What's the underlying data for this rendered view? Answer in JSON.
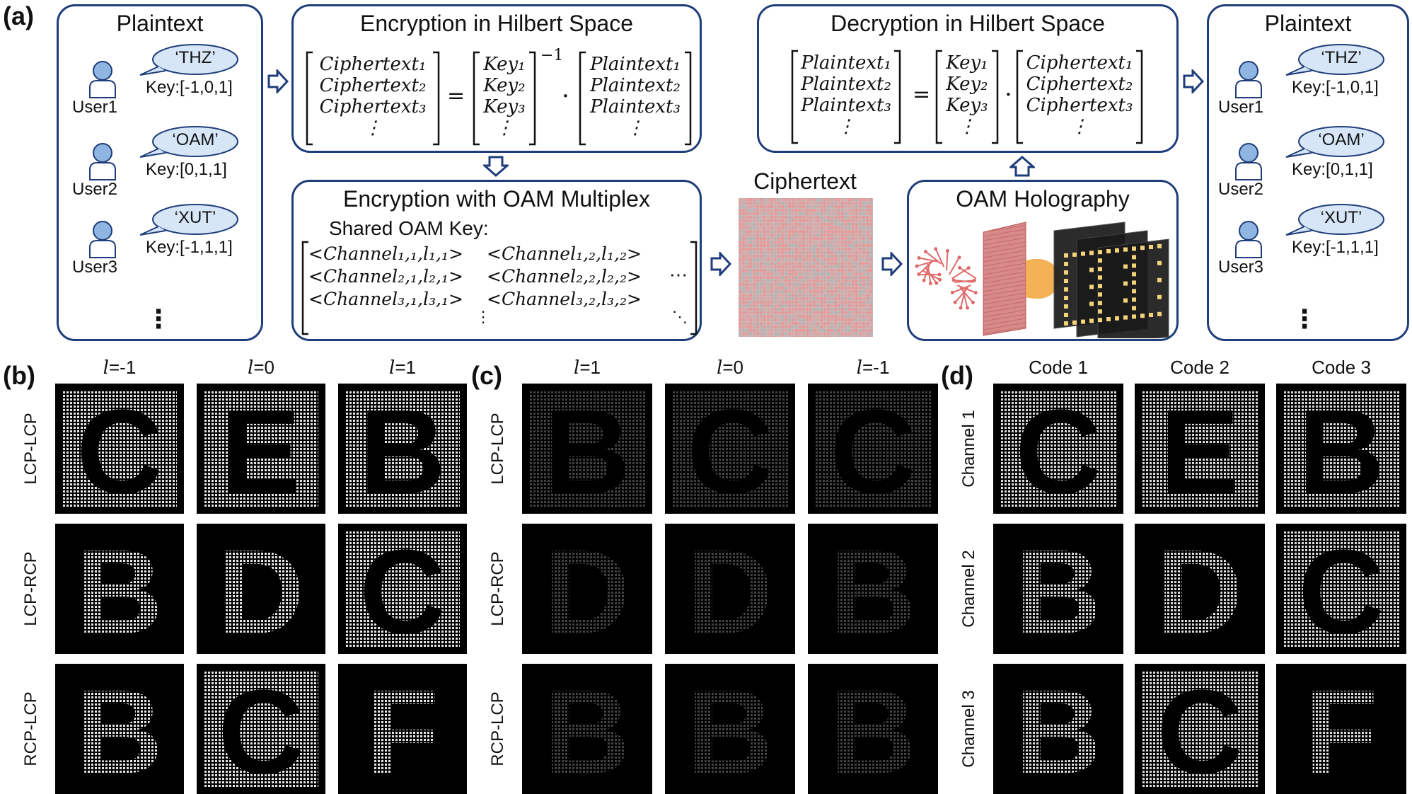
{
  "panels": {
    "a": "(a)",
    "b": "(b)",
    "c": "(c)",
    "d": "(d)"
  },
  "left_box": {
    "title": "Plaintext",
    "users": [
      {
        "name": "User1",
        "message": "‘THZ’",
        "key": "Key:[-1,0,1]"
      },
      {
        "name": "User2",
        "message": "‘OAM’",
        "key": "Key:[0,1,1]"
      },
      {
        "name": "User3",
        "message": "‘XUT’",
        "key": "Key:[-1,1,1]"
      }
    ],
    "ellipsis": "⋮"
  },
  "right_box": {
    "title": "Plaintext",
    "users": [
      {
        "name": "User1",
        "message": "‘THZ’",
        "key": "Key:[-1,0,1]"
      },
      {
        "name": "User2",
        "message": "‘OAM’",
        "key": "Key:[0,1,1]"
      },
      {
        "name": "User3",
        "message": "‘XUT’",
        "key": "Key:[-1,1,1]"
      }
    ],
    "ellipsis": "⋮"
  },
  "enc_hilbert": {
    "title": "Encryption in Hilbert Space",
    "lhs": [
      "Ciphertext₁",
      "Ciphertext₂",
      "Ciphertext₃",
      "⋮"
    ],
    "mid": [
      "Key₁",
      "Key₂",
      "Key₃",
      "⋮"
    ],
    "rhs": [
      "Plaintext₁",
      "Plaintext₂",
      "Plaintext₃",
      "⋮"
    ],
    "eq": "=",
    "dot": "·",
    "inverse": "−1"
  },
  "dec_hilbert": {
    "title": "Decryption in Hilbert Space",
    "lhs": [
      "Plaintext₁",
      "Plaintext₂",
      "Plaintext₃",
      "⋮"
    ],
    "mid": [
      "Key₁",
      "Key₂",
      "Key₃",
      "⋮"
    ],
    "rhs": [
      "Ciphertext₁",
      "Ciphertext₂",
      "Ciphertext₃",
      "⋮"
    ],
    "eq": "=",
    "dot": "·"
  },
  "enc_oam": {
    "title": "Encryption with OAM Multiplex",
    "subtitle": "Shared OAM Key:",
    "rows": [
      [
        "<Channel₁,₁,l₁,₁>",
        "<Channel₁,₂,l₁,₂>"
      ],
      [
        "<Channel₂,₁,l₂,₁>",
        "<Channel₂,₂,l₂,₂>"
      ],
      [
        "<Channel₃,₁,l₃,₁>",
        "<Channel₃,₂,l₃,₂>"
      ]
    ],
    "hellip": "⋯",
    "vdots": "⋮",
    "ddots": "⋱"
  },
  "ciphertext": {
    "title": "Ciphertext"
  },
  "holography": {
    "title": "OAM Holography"
  },
  "grid_b": {
    "cols": [
      "l=-1",
      "l=0",
      "l=1"
    ],
    "col_l": [
      "l",
      "l",
      "l"
    ],
    "col_v": [
      "=-1",
      "=0",
      "=1"
    ],
    "rows": [
      "LCP-LCP",
      "LCP-RCP",
      "RCP-LCP"
    ],
    "letters": [
      [
        "C",
        "E",
        "B"
      ],
      [
        "B",
        "D",
        "C"
      ],
      [
        "B",
        "C",
        "F"
      ]
    ],
    "inverted": [
      [
        false,
        false,
        false
      ],
      [
        true,
        true,
        false
      ],
      [
        true,
        false,
        true
      ]
    ]
  },
  "grid_c": {
    "col_l": [
      "l",
      "l",
      "l"
    ],
    "col_v": [
      "=1",
      "=0",
      "=-1"
    ],
    "rows": [
      "LCP-LCP",
      "LCP-RCP",
      "RCP-LCP"
    ],
    "letters": [
      [
        "B",
        "C",
        "C"
      ],
      [
        "D",
        "D",
        "B"
      ],
      [
        "B",
        "B",
        "B"
      ]
    ]
  },
  "grid_d": {
    "cols": [
      "Code 1",
      "Code 2",
      "Code 3"
    ],
    "rows": [
      "Channel 1",
      "Channel 2",
      "Channel 3"
    ],
    "letters": [
      [
        "C",
        "E",
        "B"
      ],
      [
        "B",
        "D",
        "C"
      ],
      [
        "B",
        "C",
        "F"
      ]
    ],
    "inverted": [
      [
        false,
        false,
        false
      ],
      [
        true,
        true,
        false
      ],
      [
        true,
        false,
        true
      ]
    ]
  },
  "colors": {
    "frame": "#1f3d7a",
    "bubble": "#d6e6f7",
    "user": "#8fb6e0",
    "cipher": "#e89a9a"
  }
}
